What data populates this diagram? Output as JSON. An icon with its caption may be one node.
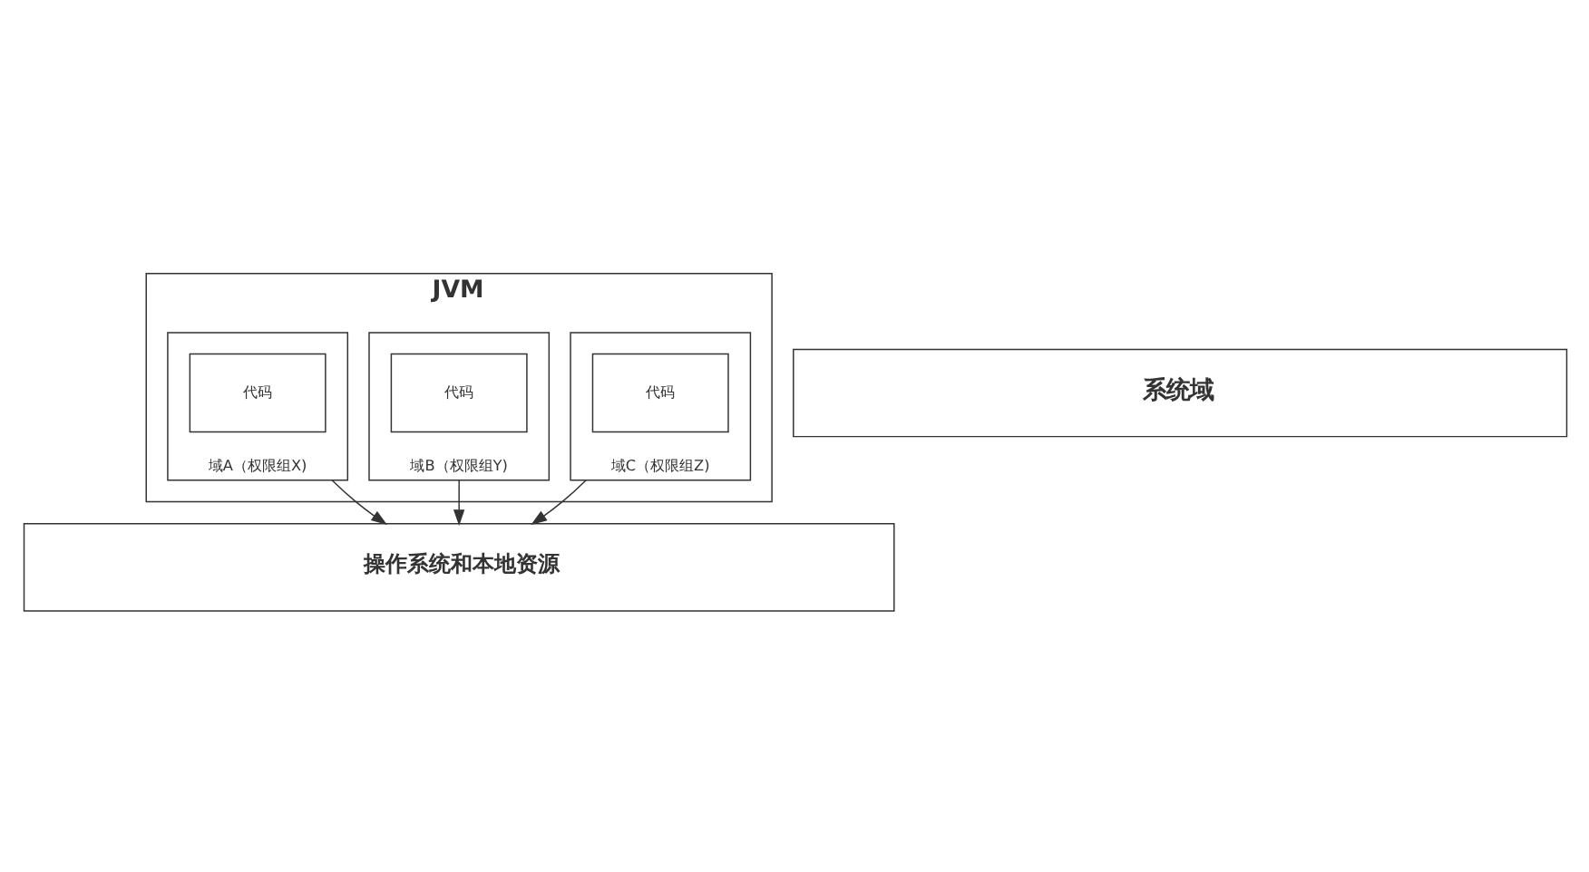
{
  "diagram": {
    "nodes": [
      {
        "text": [
          "JVM"
        ]
      },
      {
        "text": [
          "域A（权限组X)"
        ],
        "in": 0
      },
      {
        "text": [
          "代码"
        ],
        "in": 1
      },
      {
        "text": [
          "域B（权限组Y)"
        ],
        "in": 0
      },
      {
        "text": [
          "代码"
        ],
        "in": 3
      },
      {
        "text": [
          "域C（权限组Z)"
        ],
        "in": 0
      },
      {
        "text": [
          "代码"
        ],
        "in": 5
      },
      {
        "text": [
          "系统域"
        ]
      },
      {
        "text": [
          "操作系统和本地资源"
        ]
      }
    ],
    "edges": [
      {
        "from": 1,
        "to": 8,
        "arrow": "to"
      },
      {
        "from": 3,
        "to": 8,
        "arrow": "to"
      },
      {
        "from": 5,
        "to": 8,
        "arrow": "to"
      }
    ]
  }
}
